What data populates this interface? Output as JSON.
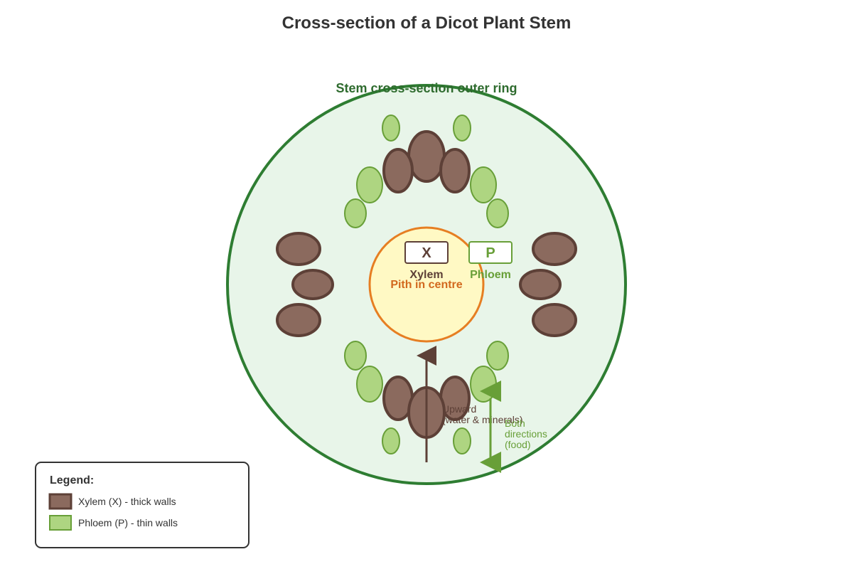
{
  "title": "Cross-section of a Dicot Plant Stem",
  "outer_ring_label": "Stem cross-section outer ring",
  "pith_label": "Pith in centre",
  "key": {
    "xylem_letter": "X",
    "xylem_word": "Xylem",
    "phloem_letter": "P",
    "phloem_word": "Phloem"
  },
  "arrows": {
    "xylem_line1": "Upward",
    "xylem_line2": "(water & minerals)",
    "phloem_line1": "Both",
    "phloem_line2": "directions",
    "phloem_line3": "(food)"
  },
  "legend": {
    "title": "Legend:",
    "xylem": "Xylem (X) - thick walls",
    "phloem": "Phloem (P) - thin walls"
  },
  "colors": {
    "xylem_fill": "#8b6a5e",
    "xylem_stroke": "#5d4037",
    "phloem_fill": "#aed581",
    "phloem_stroke": "#689f38",
    "ring_fill": "#e8f5e9",
    "ring_stroke": "#2e7d32",
    "pith_fill": "#fff9c4",
    "pith_stroke": "#e67e22"
  }
}
